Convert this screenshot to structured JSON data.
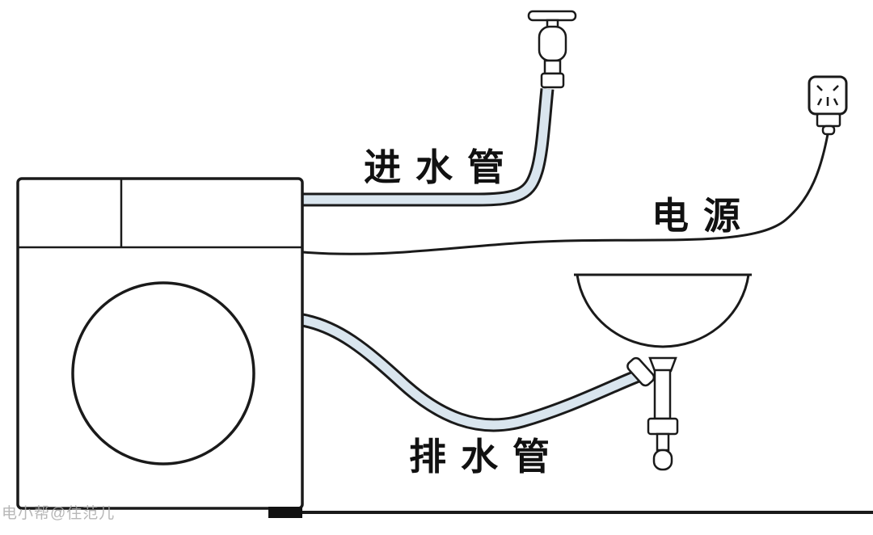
{
  "diagram": {
    "title_implied": "washing machine hookup diagram",
    "labels": {
      "inlet_pipe": "进水管",
      "power": "电源",
      "drain_pipe": "排水管"
    },
    "watermark": "电小帮@住范儿",
    "colors": {
      "hose_fill": "#d9e5ee",
      "line": "#1a1a1a",
      "background": "#ffffff"
    },
    "components": [
      "washing-machine",
      "faucet",
      "inlet-hose",
      "power-cord",
      "wall-outlet",
      "power-plug",
      "sink-basin",
      "sink-drain-pipe",
      "drain-hose",
      "ground-line"
    ]
  }
}
